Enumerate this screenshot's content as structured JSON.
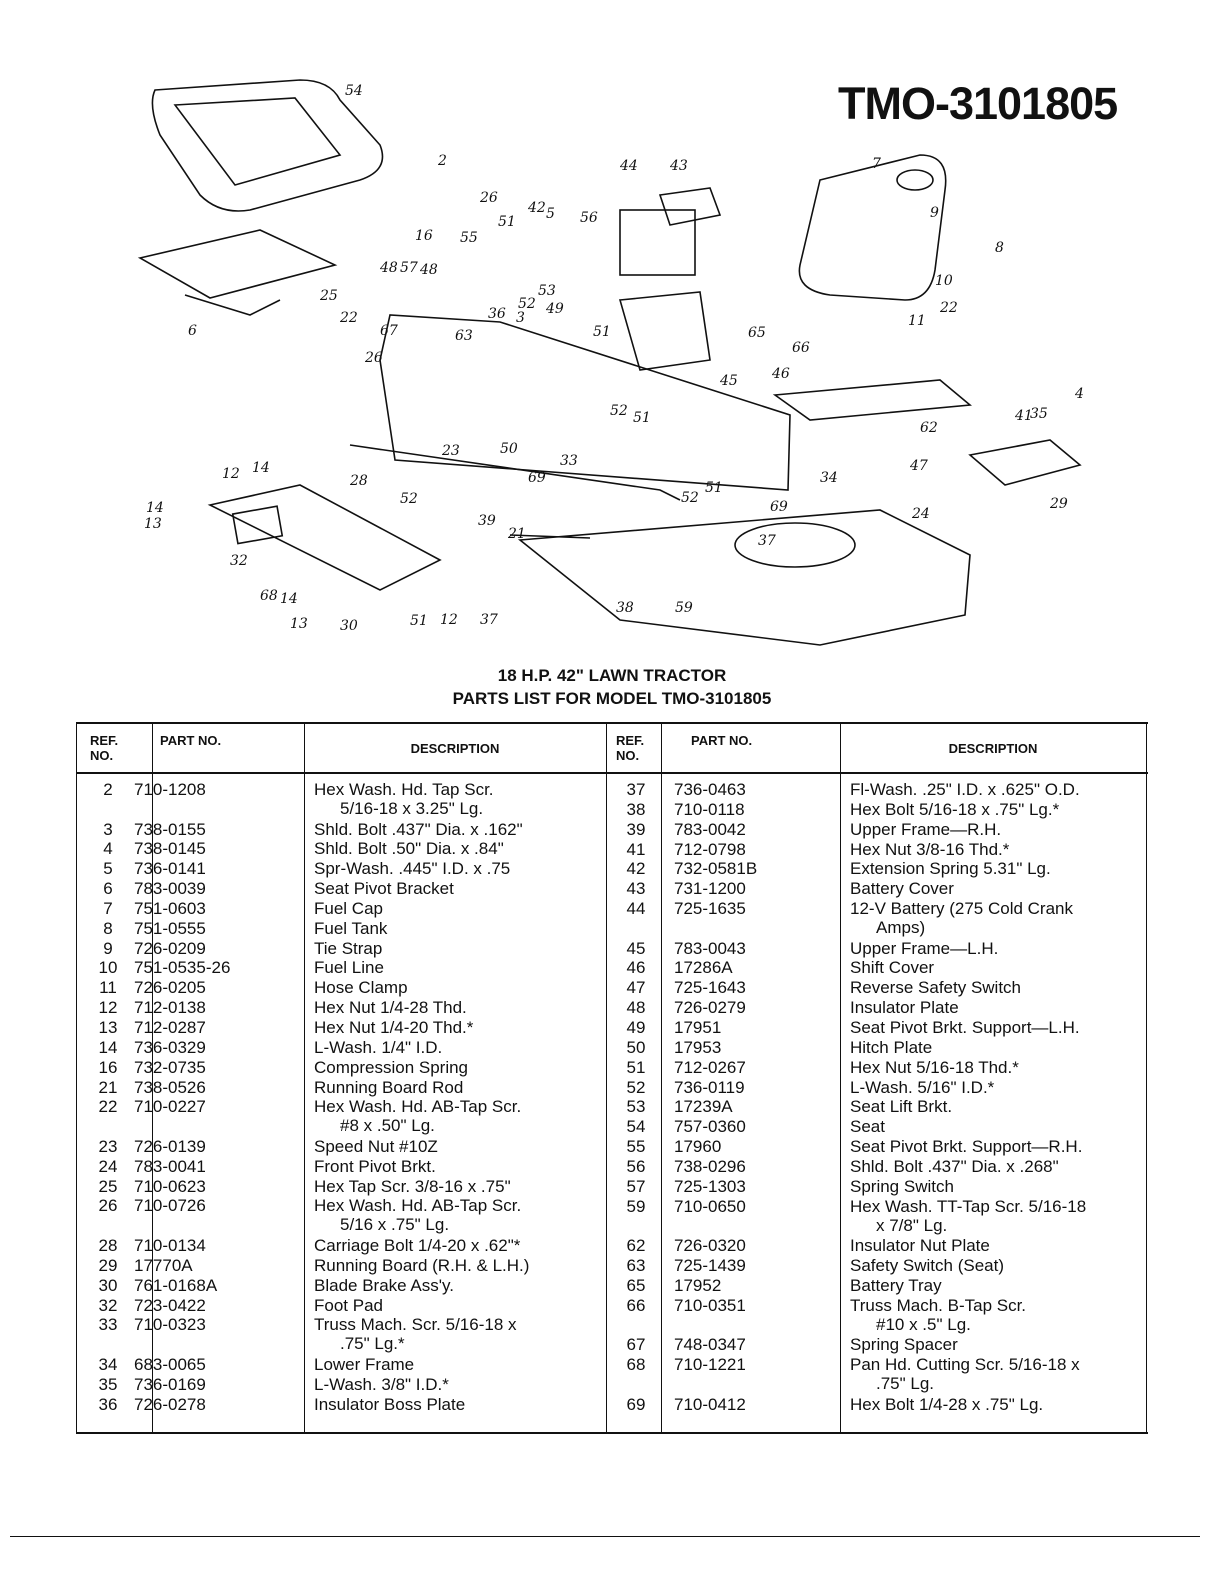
{
  "model_code": "TMO-3101805",
  "diagram_callouts": [
    "54",
    "2",
    "26",
    "51",
    "42",
    "5",
    "56",
    "16",
    "55",
    "53",
    "52",
    "48",
    "57",
    "48",
    "22",
    "36",
    "49",
    "51",
    "63",
    "67",
    "26",
    "3",
    "44",
    "43",
    "65",
    "45",
    "23",
    "50",
    "33",
    "52",
    "51",
    "7",
    "9",
    "8",
    "10",
    "11",
    "66",
    "46",
    "22",
    "62",
    "47",
    "4",
    "41",
    "35",
    "29",
    "6",
    "25",
    "12",
    "14",
    "14",
    "13",
    "32",
    "68",
    "14",
    "13",
    "30",
    "28",
    "52",
    "51",
    "12",
    "37",
    "69",
    "39",
    "21",
    "34",
    "69",
    "37",
    "24",
    "52",
    "51",
    "38",
    "59"
  ],
  "title_line1": "18 H.P. 42\" LAWN TRACTOR",
  "title_line2": "PARTS LIST FOR MODEL TMO-3101805",
  "table_headers": {
    "ref": "REF. NO.",
    "part": "PART NO.",
    "desc": "DESCRIPTION"
  },
  "left_rows": [
    {
      "ref": "2",
      "part": "710-1208",
      "desc": "Hex Wash. Hd. Tap Scr.",
      "desc2": "5/16-18 x 3.25\" Lg."
    },
    {
      "ref": "3",
      "part": "738-0155",
      "desc": "Shld. Bolt .437\" Dia. x .162\""
    },
    {
      "ref": "4",
      "part": "738-0145",
      "desc": "Shld. Bolt .50\" Dia. x .84\""
    },
    {
      "ref": "5",
      "part": "736-0141",
      "desc": "Spr-Wash. .445\" I.D. x .75"
    },
    {
      "ref": "6",
      "part": "783-0039",
      "desc": "Seat Pivot Bracket"
    },
    {
      "ref": "7",
      "part": "751-0603",
      "desc": "Fuel Cap"
    },
    {
      "ref": "8",
      "part": "751-0555",
      "desc": "Fuel Tank"
    },
    {
      "ref": "9",
      "part": "726-0209",
      "desc": "Tie Strap"
    },
    {
      "ref": "10",
      "part": "751-0535-26",
      "desc": "Fuel Line"
    },
    {
      "ref": "11",
      "part": "726-0205",
      "desc": "Hose Clamp"
    },
    {
      "ref": "12",
      "part": "712-0138",
      "desc": "Hex Nut 1/4-28 Thd."
    },
    {
      "ref": "13",
      "part": "712-0287",
      "desc": "Hex Nut 1/4-20 Thd.*"
    },
    {
      "ref": "14",
      "part": "736-0329",
      "desc": "L-Wash. 1/4\" I.D."
    },
    {
      "ref": "16",
      "part": "732-0735",
      "desc": "Compression Spring"
    },
    {
      "ref": "21",
      "part": "738-0526",
      "desc": "Running Board Rod"
    },
    {
      "ref": "22",
      "part": "710-0227",
      "desc": "Hex Wash. Hd. AB-Tap Scr.",
      "desc2": "#8 x .50\" Lg."
    },
    {
      "ref": "23",
      "part": "726-0139",
      "desc": "Speed Nut #10Z"
    },
    {
      "ref": "24",
      "part": "783-0041",
      "desc": "Front Pivot Brkt."
    },
    {
      "ref": "25",
      "part": "710-0623",
      "desc": "Hex Tap Scr. 3/8-16 x .75\""
    },
    {
      "ref": "26",
      "part": "710-0726",
      "desc": "Hex Wash. Hd. AB-Tap Scr.",
      "desc2": "5/16 x .75\" Lg."
    },
    {
      "ref": "28",
      "part": "710-0134",
      "desc": "Carriage Bolt 1/4-20 x .62\"*"
    },
    {
      "ref": "29",
      "part": "17770A",
      "desc": "Running Board (R.H. & L.H.)"
    },
    {
      "ref": "30",
      "part": "761-0168A",
      "desc": "Blade Brake Ass'y."
    },
    {
      "ref": "32",
      "part": "723-0422",
      "desc": "Foot Pad"
    },
    {
      "ref": "33",
      "part": "710-0323",
      "desc": "Truss Mach. Scr. 5/16-18 x",
      "desc2": ".75\" Lg.*"
    },
    {
      "ref": "34",
      "part": "683-0065",
      "desc": "Lower Frame"
    },
    {
      "ref": "35",
      "part": "736-0169",
      "desc": "L-Wash. 3/8\" I.D.*"
    },
    {
      "ref": "36",
      "part": "726-0278",
      "desc": "Insulator Boss Plate"
    }
  ],
  "right_rows": [
    {
      "ref": "37",
      "part": "736-0463",
      "desc": "Fl-Wash. .25\" I.D. x .625\" O.D."
    },
    {
      "ref": "38",
      "part": "710-0118",
      "desc": "Hex Bolt 5/16-18 x .75\" Lg.*"
    },
    {
      "ref": "39",
      "part": "783-0042",
      "desc": "Upper Frame—R.H."
    },
    {
      "ref": "41",
      "part": "712-0798",
      "desc": "Hex Nut 3/8-16 Thd.*"
    },
    {
      "ref": "42",
      "part": "732-0581B",
      "desc": "Extension Spring 5.31\" Lg."
    },
    {
      "ref": "43",
      "part": "731-1200",
      "desc": "Battery Cover"
    },
    {
      "ref": "44",
      "part": "725-1635",
      "desc": "12-V Battery (275 Cold Crank",
      "desc2": "Amps)"
    },
    {
      "ref": "45",
      "part": "783-0043",
      "desc": "Upper Frame—L.H."
    },
    {
      "ref": "46",
      "part": "17286A",
      "desc": "Shift Cover"
    },
    {
      "ref": "47",
      "part": "725-1643",
      "desc": "Reverse Safety Switch"
    },
    {
      "ref": "48",
      "part": "726-0279",
      "desc": "Insulator Plate"
    },
    {
      "ref": "49",
      "part": "17951",
      "desc": "Seat Pivot Brkt. Support—L.H."
    },
    {
      "ref": "50",
      "part": "17953",
      "desc": "Hitch Plate"
    },
    {
      "ref": "51",
      "part": "712-0267",
      "desc": "Hex Nut 5/16-18 Thd.*"
    },
    {
      "ref": "52",
      "part": "736-0119",
      "desc": "L-Wash. 5/16\" I.D.*"
    },
    {
      "ref": "53",
      "part": "17239A",
      "desc": "Seat Lift Brkt."
    },
    {
      "ref": "54",
      "part": "757-0360",
      "desc": "Seat"
    },
    {
      "ref": "55",
      "part": "17960",
      "desc": "Seat Pivot Brkt. Support—R.H."
    },
    {
      "ref": "56",
      "part": "738-0296",
      "desc": "Shld. Bolt .437\" Dia. x .268\""
    },
    {
      "ref": "57",
      "part": "725-1303",
      "desc": "Spring Switch"
    },
    {
      "ref": "59",
      "part": "710-0650",
      "desc": "Hex Wash. TT-Tap Scr. 5/16-18",
      "desc2": "x 7/8\" Lg."
    },
    {
      "ref": "62",
      "part": "726-0320",
      "desc": "Insulator Nut Plate"
    },
    {
      "ref": "63",
      "part": "725-1439",
      "desc": "Safety Switch (Seat)"
    },
    {
      "ref": "65",
      "part": "17952",
      "desc": "Battery Tray"
    },
    {
      "ref": "66",
      "part": "710-0351",
      "desc": "Truss Mach. B-Tap Scr.",
      "desc2": "#10 x .5\" Lg."
    },
    {
      "ref": "67",
      "part": "748-0347",
      "desc": "Spring Spacer"
    },
    {
      "ref": "68",
      "part": "710-1221",
      "desc": "Pan Hd. Cutting Scr. 5/16-18 x",
      "desc2": ".75\" Lg."
    },
    {
      "ref": "69",
      "part": "710-0412",
      "desc": "Hex Bolt 1/4-28 x .75\" Lg."
    }
  ]
}
